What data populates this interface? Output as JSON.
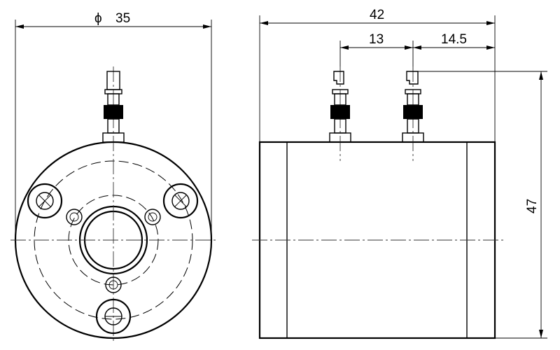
{
  "drawing": {
    "front_view": {
      "diameter_symbol": "ϕ",
      "diameter_value": "35"
    },
    "side_view": {
      "overall_length": "42",
      "connector_spacing": "13",
      "connector_offset": "14.5",
      "height": "47"
    }
  }
}
